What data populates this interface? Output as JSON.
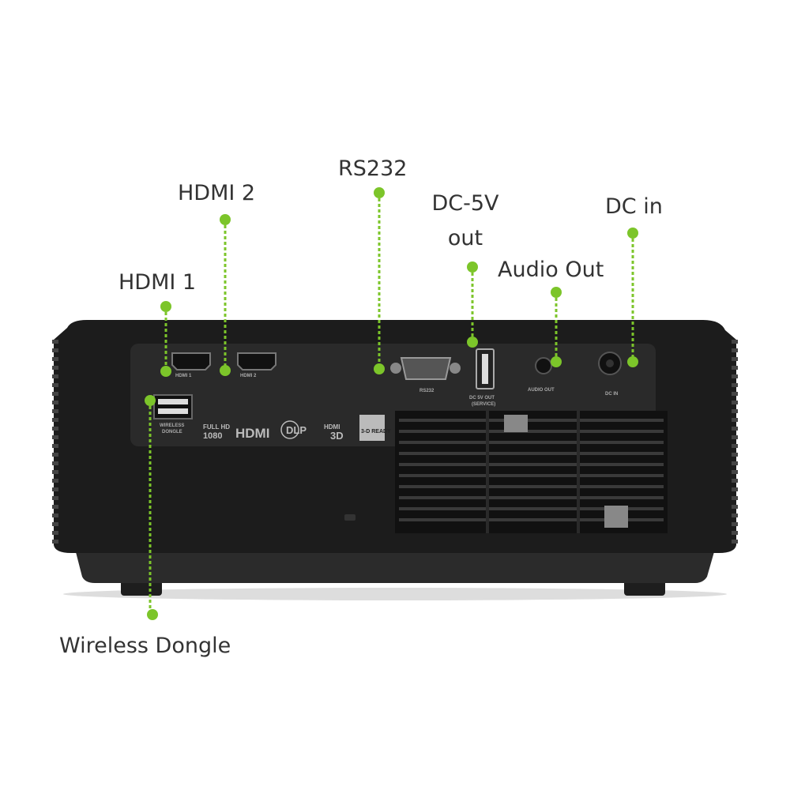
{
  "accent_color": "#7cc52a",
  "callouts": {
    "hdmi1": "HDMI 1",
    "hdmi2": "HDMI 2",
    "rs232": "RS232",
    "dc5v_line1": "DC-5V",
    "dc5v_line2": "out",
    "audio_out": "Audio Out",
    "dc_in": "DC in",
    "wireless_dongle": "Wireless Dongle"
  },
  "panel_labels": {
    "hdmi1": "HDMI 1",
    "hdmi2": "HDMI 2",
    "rs232": "RS232",
    "dc5v_line1": "DC 5V OUT",
    "dc5v_line2": "(SERVICE)",
    "audio_out": "AUDIO OUT",
    "dc_in": "DC IN",
    "wireless_line1": "WIRELESS",
    "wireless_line2": "DONGLE"
  },
  "logos": {
    "fullhd_line1": "FULL HD",
    "fullhd_line2": "1080",
    "hdmi": "HDMI",
    "dlp": "DLP",
    "hdmi3d_line1": "HDMI",
    "hdmi3d_line2": "3D",
    "ready3d": "3-D READY"
  }
}
